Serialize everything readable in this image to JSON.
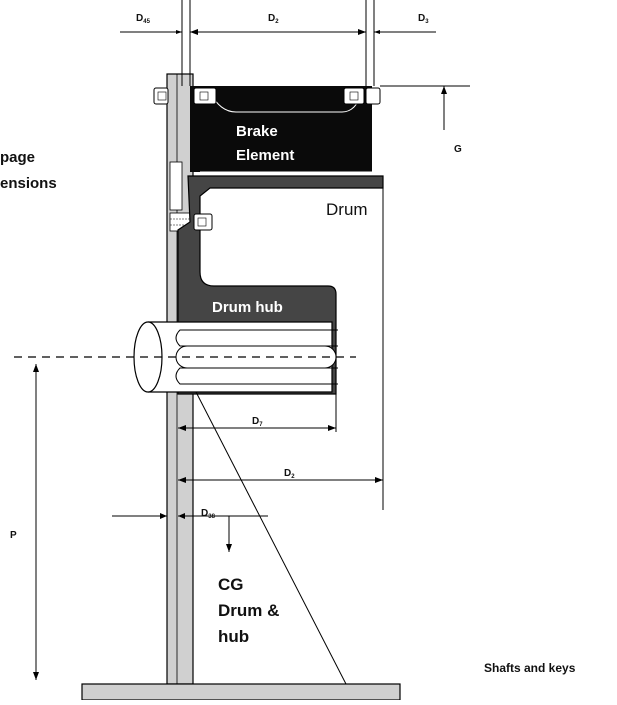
{
  "dimensions": {
    "d45": {
      "main": "D",
      "sub": "45"
    },
    "d2_top": {
      "main": "D",
      "sub": "2"
    },
    "d3": {
      "main": "D",
      "sub": "3"
    },
    "g": "G",
    "d7": {
      "main": "D",
      "sub": "7"
    },
    "d2_bottom": {
      "main": "D",
      "sub": "2"
    },
    "d38": {
      "main": "D",
      "sub": "38"
    },
    "p": "P"
  },
  "labels": {
    "brake_element_line1": "Brake",
    "brake_element_line2": "Element",
    "drum": "Drum",
    "drum_hub": "Drum hub",
    "cg_line1": "CG",
    "cg_line2": "Drum &",
    "cg_line3": "hub",
    "left_note_line1": "page",
    "left_note_line2": "ensions",
    "shafts_and_keys": "Shafts and keys"
  },
  "colors": {
    "frame": "#d0d0d0",
    "brake_element": "#0a0a0a",
    "drum": "#4a4a4a",
    "drum_hub": "#3c3c3c",
    "outline": "#000000"
  }
}
